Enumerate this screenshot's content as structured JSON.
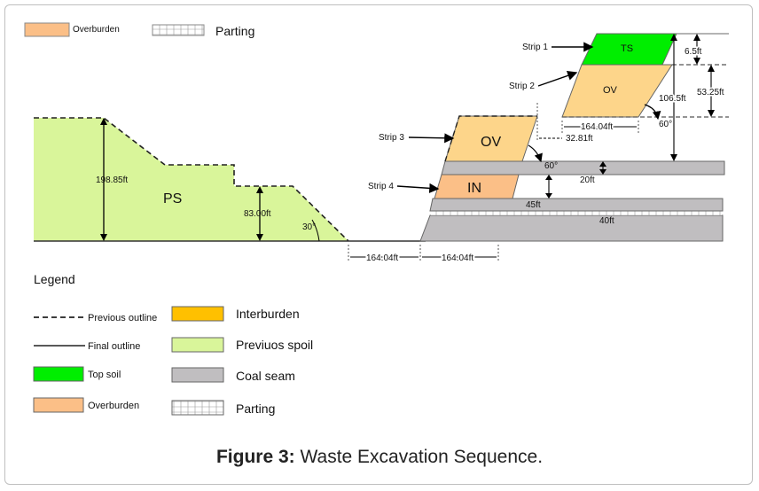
{
  "top_legend": {
    "overburden": "Overburden",
    "parting": "Parting"
  },
  "labels": {
    "ps": "PS",
    "ts": "TS",
    "ov_top": "OV",
    "ov_mid": "OV",
    "in": "IN",
    "strip1": "Strip 1",
    "strip2": "Strip 2",
    "strip3": "Strip 3",
    "strip4": "Strip 4"
  },
  "dimensions": {
    "d198": "198.85ft",
    "d83": "83.00ft",
    "a30": "30°",
    "d164_a": "164.04ft",
    "d164_b": "164.04ft",
    "d164_c": "164.04ft",
    "d3281": "32.81ft",
    "a60_a": "60°",
    "a60_b": "60°",
    "d65": "6.5ft",
    "d5325": "53.25ft",
    "d1065": "106.5ft",
    "d20": "20ft",
    "d45": "45ft",
    "d40": "40ft"
  },
  "legend": {
    "title": "Legend",
    "previous_outline": "Previous outline",
    "final_outline": "Final outline",
    "top_soil": "Top soil",
    "overburden": "Overburden",
    "interburden": "Interburden",
    "previous_spoil": "Previuos spoil",
    "coal_seam": "Coal seam",
    "parting": "Parting"
  },
  "caption": {
    "label": "Figure 3:",
    "text": "Waste Excavation Sequence."
  },
  "colors": {
    "previous_spoil": "#d9f59a",
    "overburden": "#fdd58a",
    "interburden_swatch": "#ffc000",
    "interburden": "#fbbf87",
    "top_soil": "#00ee00",
    "coal_seam": "#c0bec0",
    "overburden_swatch": "#fbbf87"
  }
}
